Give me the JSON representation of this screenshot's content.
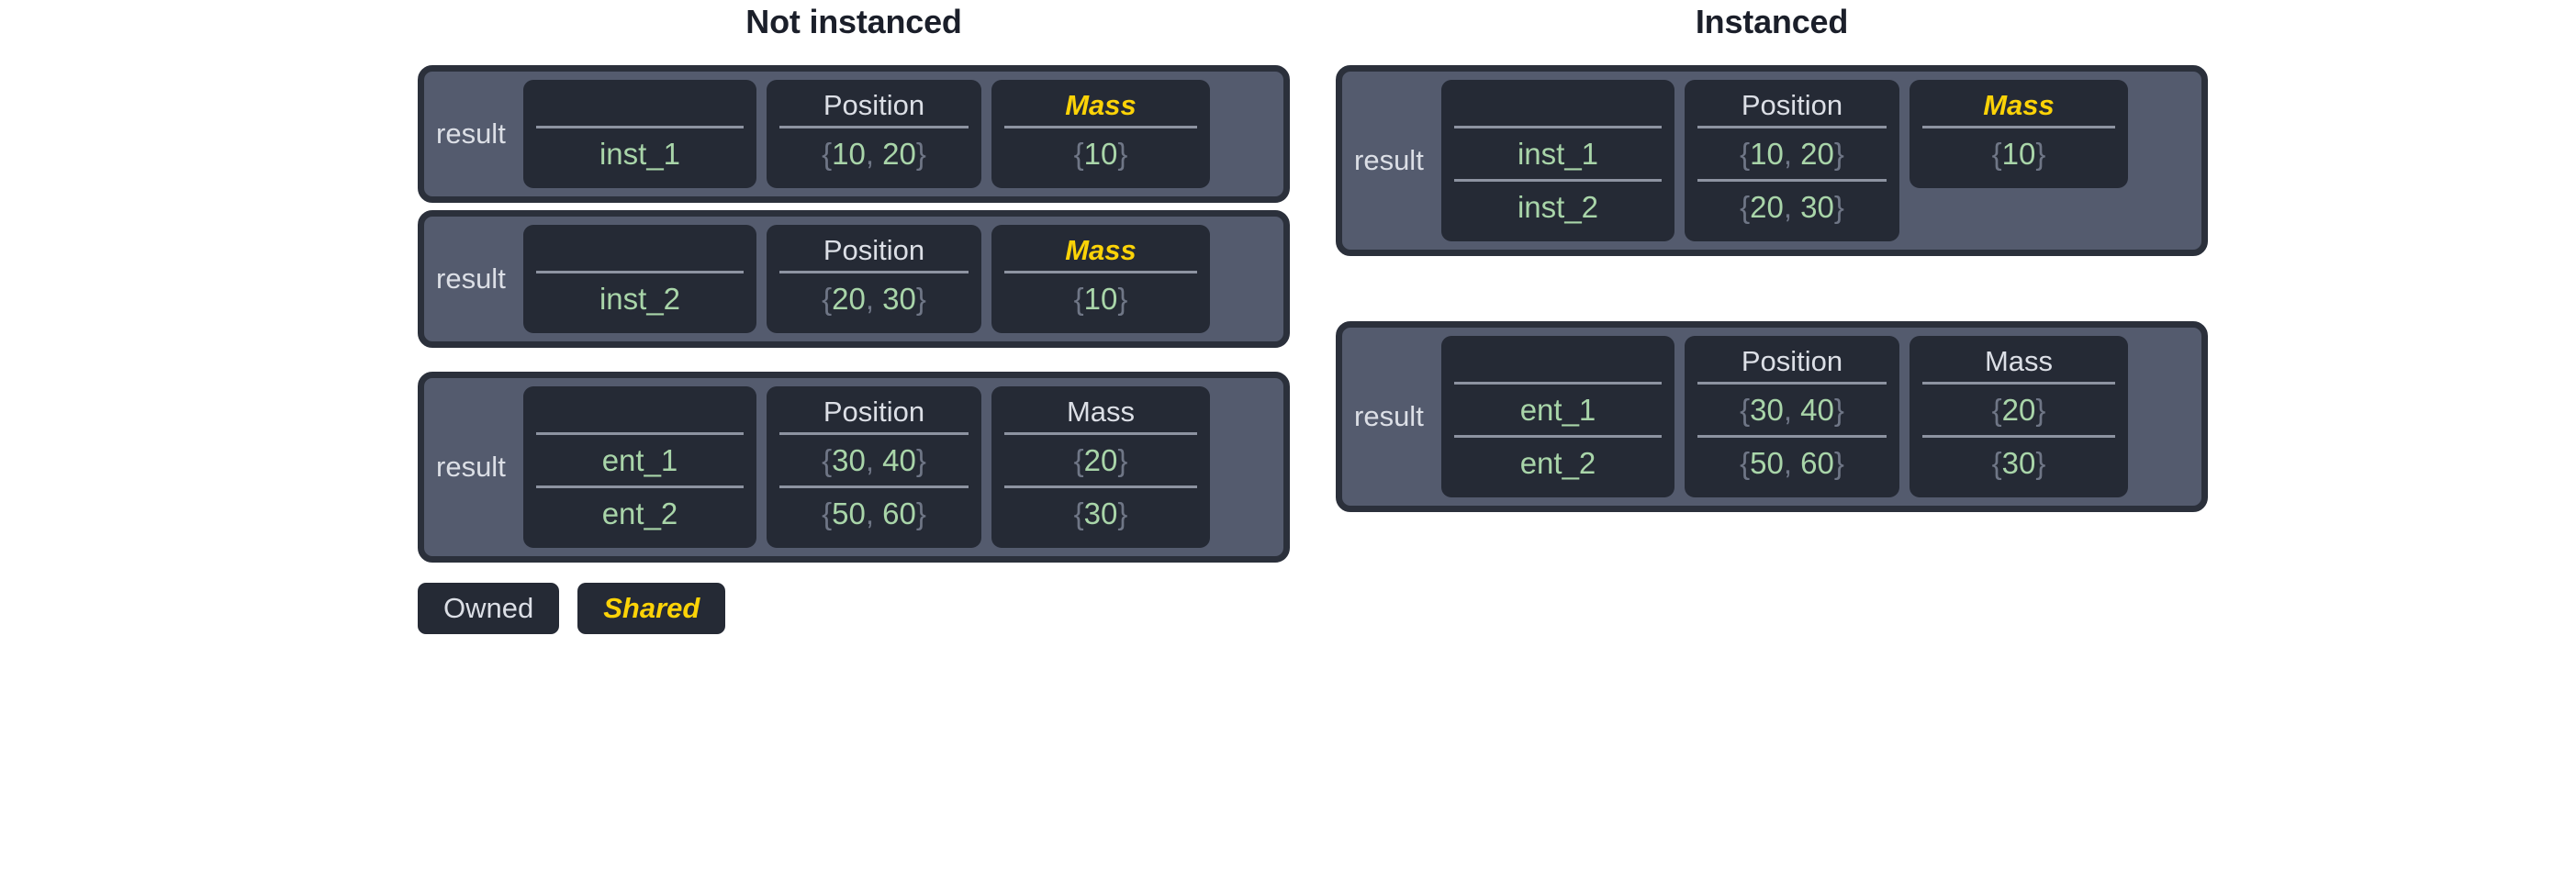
{
  "colors": {
    "page_background": "#ffffff",
    "panel_border": "#2b303b",
    "panel_background": "#545b6e",
    "card_background": "#252a35",
    "header_text": "#dcdfe6",
    "value_text": "#a9d5a9",
    "brace_text": "#6f7686",
    "rule": "#8d93a1",
    "shared_accent": "#fcd307",
    "title_text": "#1b1f2a"
  },
  "columns": [
    {
      "title": "Not instanced",
      "panels": [
        {
          "label": "result",
          "cards": [
            {
              "header": "",
              "shared": false,
              "values": [
                "inst_1"
              ]
            },
            {
              "header": "Position",
              "shared": false,
              "values": [
                "{10, 20}"
              ]
            },
            {
              "header": "Mass",
              "shared": true,
              "values": [
                "{10}"
              ]
            }
          ]
        },
        {
          "label": "result",
          "cards": [
            {
              "header": "",
              "shared": false,
              "values": [
                "inst_2"
              ]
            },
            {
              "header": "Position",
              "shared": false,
              "values": [
                "{20, 30}"
              ]
            },
            {
              "header": "Mass",
              "shared": true,
              "values": [
                "{10}"
              ]
            }
          ]
        },
        {
          "label": "result",
          "cards": [
            {
              "header": "",
              "shared": false,
              "values": [
                "ent_1",
                "ent_2"
              ]
            },
            {
              "header": "Position",
              "shared": false,
              "values": [
                "{30, 40}",
                "{50, 60}"
              ]
            },
            {
              "header": "Mass",
              "shared": false,
              "values": [
                "{20}",
                "{30}"
              ]
            }
          ]
        }
      ]
    },
    {
      "title": "Instanced",
      "panels": [
        {
          "label": "result",
          "cards": [
            {
              "header": "",
              "shared": false,
              "values": [
                "inst_1",
                "inst_2"
              ]
            },
            {
              "header": "Position",
              "shared": false,
              "values": [
                "{10, 20}",
                "{20, 30}"
              ]
            },
            {
              "header": "Mass",
              "shared": true,
              "values": [
                "{10}"
              ]
            }
          ]
        },
        {
          "label": "result",
          "cards": [
            {
              "header": "",
              "shared": false,
              "values": [
                "ent_1",
                "ent_2"
              ]
            },
            {
              "header": "Position",
              "shared": false,
              "values": [
                "{30, 40}",
                "{50, 60}"
              ]
            },
            {
              "header": "Mass",
              "shared": false,
              "values": [
                "{20}",
                "{30}"
              ]
            }
          ]
        }
      ]
    }
  ],
  "legend": {
    "items": [
      {
        "label": "Owned",
        "shared": false
      },
      {
        "label": "Shared",
        "shared": true
      }
    ]
  }
}
